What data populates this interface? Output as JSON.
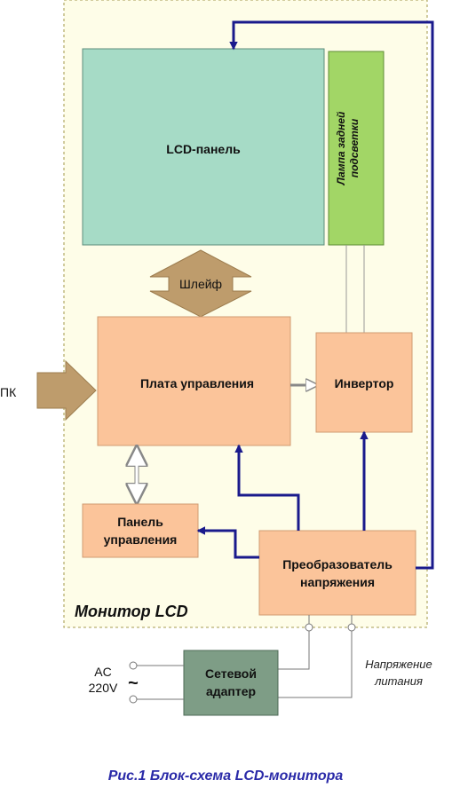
{
  "diagram": {
    "lcd_panel": "LCD-панель",
    "backlight_line1": "Лампа задней",
    "backlight_line2": "подсветки",
    "ribbon": "Шлейф",
    "pc": "ПК",
    "control_board": "Плата управления",
    "inverter": "Инвертор",
    "control_panel_line1": "Панель",
    "control_panel_line2": "управления",
    "converter_line1": "Преобразователь",
    "converter_line2": "напряжения",
    "monitor_label": "Монитор LCD",
    "adapter_line1": "Сетевой",
    "adapter_line2": "адаптер",
    "ac_line1": "AC",
    "ac_line2": "220V",
    "ac_symbol": "~",
    "supply_line1": "Напряжение",
    "supply_line2": "литания",
    "caption": "Рис.1 Блок-схема LCD-монитора"
  },
  "colors": {
    "monitor_bg": "#fefde8",
    "lcd_panel": "#a6dbc6",
    "backlight": "#a2d666",
    "blocks": "#fbc49a",
    "adapter": "#7e9d86",
    "bus_arrow": "#be9c6c",
    "signal": "#1a1a8c",
    "caption": "#2a2aa8"
  }
}
